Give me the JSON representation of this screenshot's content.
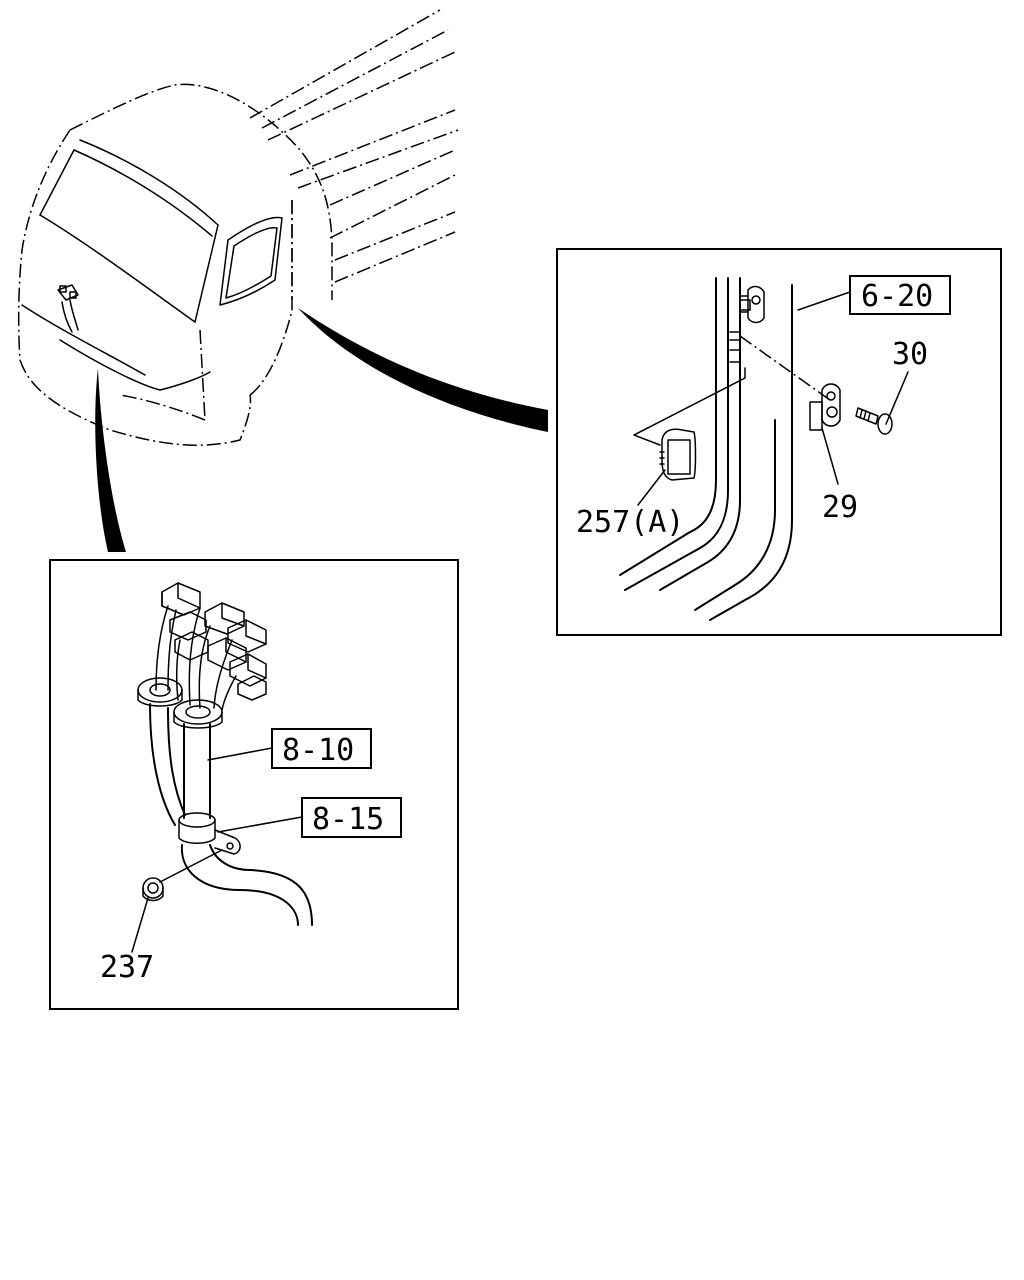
{
  "callouts": {
    "ref_door": "6-20",
    "ref_harness": "8-10",
    "ref_clip": "8-15",
    "part_bolt": "30",
    "part_switch": "29",
    "part_connector": "257(A)",
    "part_nut": "237"
  }
}
